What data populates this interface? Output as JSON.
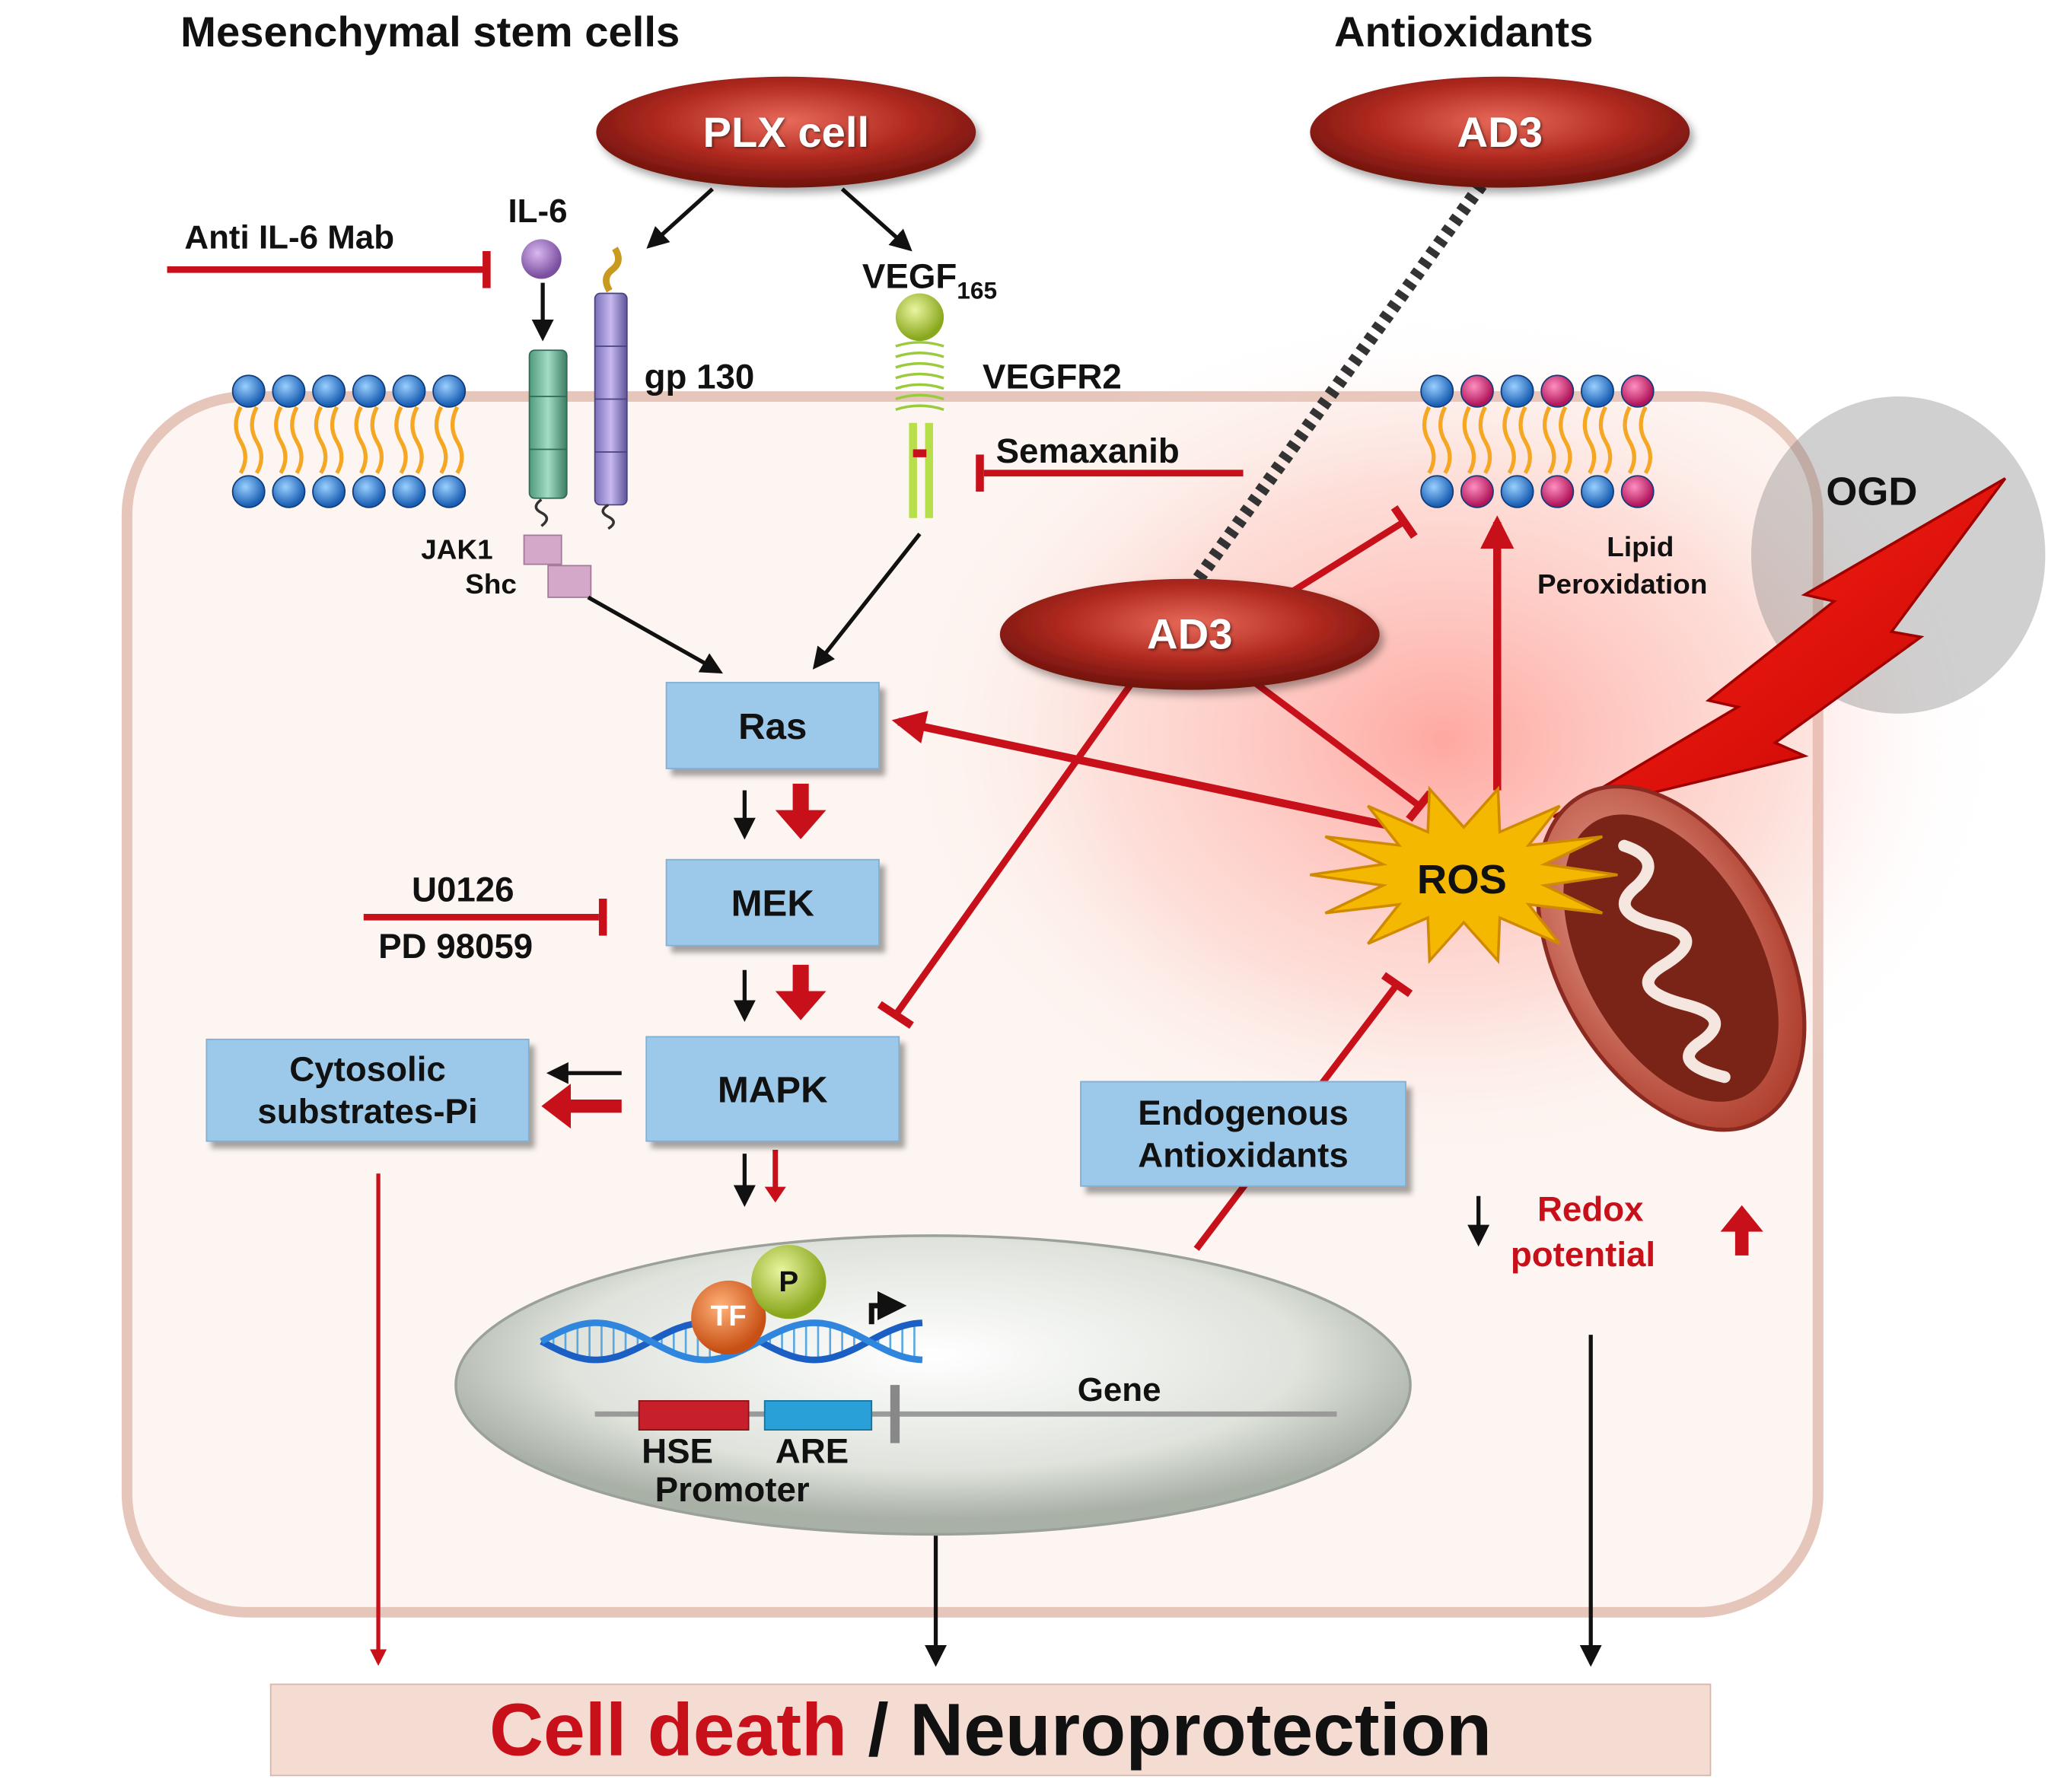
{
  "headings": {
    "msc": "Mesenchymal stem cells",
    "antiox": "Antioxidants"
  },
  "ovals": {
    "plx": "PLX cell",
    "ad3_top": "AD3",
    "ad3_mid": "AD3"
  },
  "labels": {
    "il6": "IL-6",
    "anti_il6": "Anti IL-6 Mab",
    "gp130": "gp 130",
    "vegf": "VEGF",
    "vegf_sub": "165",
    "vegfr2": "VEGFR2",
    "semaxanib": "Semaxanib",
    "jak1": "JAK1",
    "shc": "Shc",
    "ogd": "OGD",
    "lipid1": "Lipid",
    "lipid2": "Peroxidation",
    "u0126": "U0126",
    "pd98059": "PD 98059",
    "ros": "ROS",
    "redox1": "Redox",
    "redox2": "potential",
    "tf": "TF",
    "p": "P",
    "gene": "Gene",
    "hse": "HSE",
    "are": "ARE",
    "promoter": "Promoter"
  },
  "boxes": {
    "ras": "Ras",
    "mek": "MEK",
    "mapk": "MAPK",
    "cyto1": "Cytosolic",
    "cyto2": "substrates-Pi",
    "endo1": "Endogenous",
    "endo2": "Antioxidants"
  },
  "footer": {
    "death": "Cell death",
    "slash": " / ",
    "neuro": "Neuroprotection"
  },
  "colors": {
    "inhibit_red": "#c8101a",
    "box_blue": "#9cc9ea",
    "oval_red": "#a82820"
  }
}
